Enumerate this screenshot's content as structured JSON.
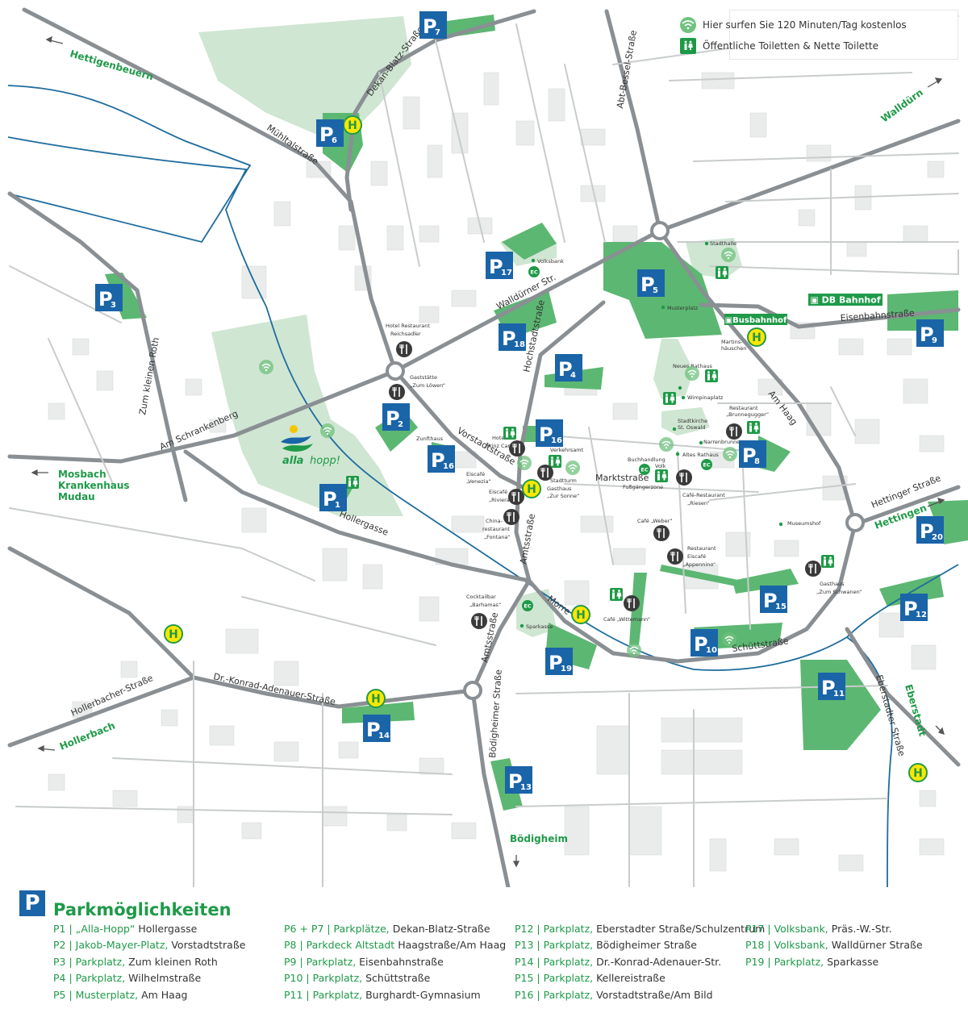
{
  "map": {
    "legend": {
      "wifi_text": "Hier surfen Sie 120 Minuten/Tag kostenlos",
      "toilet_text": "Öffentliche Toiletten & Nette Toilette"
    },
    "colors": {
      "road": "#8a8f93",
      "river": "#1e6c9e",
      "park_green": "#5cb772",
      "light_green": "#cfe6d2",
      "building": "#e6e9e8",
      "parking_blue": "#1a64a8",
      "bus_yellow": "#ffe600",
      "label_green": "#1f9a49"
    },
    "directions": [
      {
        "id": "hettigenbeuern",
        "text": "Hettigenbeuern"
      },
      {
        "id": "walldurn",
        "text": "Walldürn"
      },
      {
        "id": "mosbach",
        "text": "Mosbach"
      },
      {
        "id": "krankenhaus",
        "text": "Krankenhaus"
      },
      {
        "id": "mudau",
        "text": "Mudau"
      },
      {
        "id": "hettingen",
        "text": "Hettingen"
      },
      {
        "id": "eberstadt",
        "text": "Eberstadt"
      },
      {
        "id": "hollerbach",
        "text": "Hollerbach"
      },
      {
        "id": "bodigheim",
        "text": "Bödigheim"
      }
    ],
    "streets": [
      {
        "id": "dekan",
        "text": "Dekan-Blatz-Straße"
      },
      {
        "id": "muhltal",
        "text": "Mühltalstraße"
      },
      {
        "id": "abt",
        "text": "Abt-Bessel-Straße"
      },
      {
        "id": "walldurner",
        "text": "Walldürner Str."
      },
      {
        "id": "zumkleinen",
        "text": "Zum kleinen Roth"
      },
      {
        "id": "schrankenberg",
        "text": "Am Schrankenberg"
      },
      {
        "id": "hochstadt",
        "text": "Hochstadtstraße"
      },
      {
        "id": "vorstadt",
        "text": "Vorstadtstraße"
      },
      {
        "id": "markt",
        "text": "Marktstraße"
      },
      {
        "id": "amhaag",
        "text": "Am Haag"
      },
      {
        "id": "eisenbahn",
        "text": "Eisenbahnstraße"
      },
      {
        "id": "hettinger",
        "text": "Hettinger Straße"
      },
      {
        "id": "hollergasse",
        "text": "Hollergasse"
      },
      {
        "id": "amts1",
        "text": "Amtsstraße"
      },
      {
        "id": "amts2",
        "text": "Amtsstraße"
      },
      {
        "id": "morre",
        "text": "Morre"
      },
      {
        "id": "schutt",
        "text": "Schüttstraße"
      },
      {
        "id": "adenauer",
        "text": "Dr.-Konrad-Adenauer-Straße"
      },
      {
        "id": "hollerbacher",
        "text": "Hollerbacher-Straße"
      },
      {
        "id": "bodigheimer",
        "text": "Bödigheimer Straße"
      },
      {
        "id": "eberstadter",
        "text": "Eberstadter Straße"
      }
    ],
    "transit": {
      "db_bahnhof": "DB Bahnhof",
      "busbahnhof": "Busbahnhof",
      "bus_letter": "H"
    },
    "places": [
      {
        "id": "stadthalle",
        "text": "Stadthalle"
      },
      {
        "id": "volksbank",
        "text": "Volksbank"
      },
      {
        "id": "musterplatz",
        "text": "Musterplatz"
      },
      {
        "id": "martins",
        "text": "Martins-"
      },
      {
        "id": "martins2",
        "text": "häuschen"
      },
      {
        "id": "neues",
        "text": "Neues Rathaus"
      },
      {
        "id": "wimpina",
        "text": "Wimpinaplatz"
      },
      {
        "id": "brunne",
        "text": "Restaurant"
      },
      {
        "id": "brunne2",
        "text": "„Brunnegugger“"
      },
      {
        "id": "stadtkirche",
        "text": "Stadtkirche"
      },
      {
        "id": "stoswald",
        "text": "St. Oswald"
      },
      {
        "id": "narren",
        "text": "Narrenbrunnen"
      },
      {
        "id": "altes",
        "text": "Altes Rathaus"
      },
      {
        "id": "reichs",
        "text": "Hotel Restaurant"
      },
      {
        "id": "reichs2",
        "text": "Reichsadler"
      },
      {
        "id": "loewen",
        "text": "Gaststätte"
      },
      {
        "id": "loewen2",
        "text": "„Zum Löwen“"
      },
      {
        "id": "zunft",
        "text": "Zunfthaus"
      },
      {
        "id": "prinz",
        "text": "Hotel"
      },
      {
        "id": "prinz2",
        "text": "„Prinz Carl“"
      },
      {
        "id": "verkehr",
        "text": "Verkehrsamt"
      },
      {
        "id": "stadtturm",
        "text": "Stadtturm"
      },
      {
        "id": "sonne",
        "text": "Gasthaus"
      },
      {
        "id": "sonne2",
        "text": "„Zur Sonne“"
      },
      {
        "id": "venezia",
        "text": "Eiscafé"
      },
      {
        "id": "venezia2",
        "text": "„Venezia“"
      },
      {
        "id": "riviera",
        "text": "Eiscafé"
      },
      {
        "id": "riviera2",
        "text": "„Riviera“"
      },
      {
        "id": "fontana",
        "text": "China-"
      },
      {
        "id": "fontana2",
        "text": "restaurant"
      },
      {
        "id": "fontana3",
        "text": "„Fontana“"
      },
      {
        "id": "buchhandlung",
        "text": "Buchhandlung"
      },
      {
        "id": "volk",
        "text": "Volk"
      },
      {
        "id": "fuss",
        "text": "Fußgängerzone"
      },
      {
        "id": "riesen",
        "text": "Café-Restaurant"
      },
      {
        "id": "riesen2",
        "text": "„Riesen“"
      },
      {
        "id": "weber",
        "text": "Café „Weber“"
      },
      {
        "id": "appennino",
        "text": "Restaurant"
      },
      {
        "id": "appennino2",
        "text": "Eiscafé"
      },
      {
        "id": "appennino3",
        "text": "„Appennino“"
      },
      {
        "id": "museumshof",
        "text": "Museumshof"
      },
      {
        "id": "schwanen",
        "text": "Gasthaus"
      },
      {
        "id": "schwanen2",
        "text": "„Zum Schwanen“"
      },
      {
        "id": "barhamas",
        "text": "Cocktailbar"
      },
      {
        "id": "barhamas2",
        "text": "„Barhamas“"
      },
      {
        "id": "sparkasse",
        "text": "Sparkasse"
      },
      {
        "id": "wittemann",
        "text": "Café „Wittemann“"
      },
      {
        "id": "alla",
        "text": "alla"
      },
      {
        "id": "hopp",
        "text": "hopp!"
      }
    ],
    "ec_label": "EC",
    "parking": [
      {
        "id": "p1",
        "num": "1"
      },
      {
        "id": "p2",
        "num": "2"
      },
      {
        "id": "p3",
        "num": "3"
      },
      {
        "id": "p4",
        "num": "4"
      },
      {
        "id": "p5",
        "num": "5"
      },
      {
        "id": "p6",
        "num": "6"
      },
      {
        "id": "p7",
        "num": "7"
      },
      {
        "id": "p8",
        "num": "8"
      },
      {
        "id": "p9",
        "num": "9"
      },
      {
        "id": "p10",
        "num": "10"
      },
      {
        "id": "p11",
        "num": "11"
      },
      {
        "id": "p12",
        "num": "12"
      },
      {
        "id": "p13",
        "num": "13"
      },
      {
        "id": "p14",
        "num": "14"
      },
      {
        "id": "p15",
        "num": "15"
      },
      {
        "id": "p16a",
        "num": "16"
      },
      {
        "id": "p16b",
        "num": "16"
      },
      {
        "id": "p17",
        "num": "17"
      },
      {
        "id": "p18",
        "num": "18"
      },
      {
        "id": "p19",
        "num": "19"
      },
      {
        "id": "p20",
        "num": "20"
      }
    ],
    "parking_letter": "P"
  },
  "parking_legend": {
    "letter": "P",
    "title": "Parkmöglichkeiten",
    "columns": [
      [
        {
          "a": "P1 | „Alla-Hopp“",
          "b": " Hollergasse"
        },
        {
          "a": "P2 | Jakob-Mayer-Platz,",
          "b": " Vorstadtstraße"
        },
        {
          "a": "P3 | Parkplatz,",
          "b": " Zum kleinen Roth"
        },
        {
          "a": "P4 | Parkplatz,",
          "b": " Wilhelmstraße"
        },
        {
          "a": "P5 | Musterplatz,",
          "b": " Am Haag"
        }
      ],
      [
        {
          "a": "P6 + P7 | Parkplätze,",
          "b": " Dekan-Blatz-Straße"
        },
        {
          "a": "P8 | Parkdeck Altstadt",
          "b": " Haagstraße/Am Haag"
        },
        {
          "a": "P9 | Parkplatz,",
          "b": " Eisenbahnstraße"
        },
        {
          "a": "P10 | Parkplatz,",
          "b": " Schüttstraße"
        },
        {
          "a": "P11 | Parkplatz,",
          "b": " Burghardt-Gymnasium"
        }
      ],
      [
        {
          "a": "P12 | Parkplatz,",
          "b": " Eberstadter Straße/Schulzentrum"
        },
        {
          "a": "P13 | Parkplatz,",
          "b": " Bödigheimer Straße"
        },
        {
          "a": "P14 | Parkplatz,",
          "b": " Dr.-Konrad-Adenauer-Str."
        },
        {
          "a": "P15 | Parkplatz,",
          "b": " Kellereistraße"
        },
        {
          "a": "P16 | Parkplatz,",
          "b": " Vorstadtstraße/Am Bild"
        }
      ],
      [
        {
          "a": "P17 | Volksbank,",
          "b": " Präs.-W.-Str."
        },
        {
          "a": "P18 | Volksbank,",
          "b": " Walldürner Straße"
        },
        {
          "a": "P19 | Parkplatz,",
          "b": " Sparkasse"
        }
      ]
    ]
  }
}
